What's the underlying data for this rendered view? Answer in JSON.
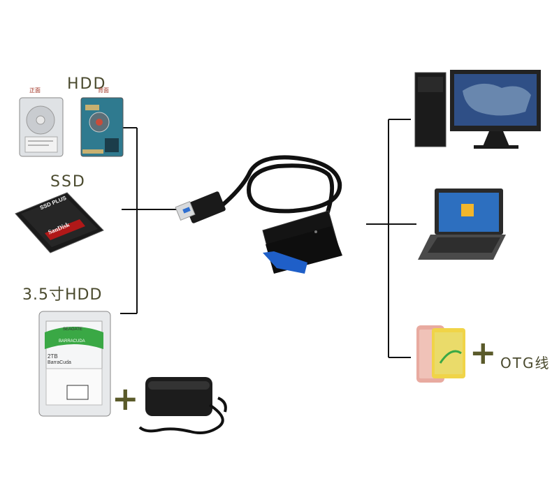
{
  "labels": {
    "hdd": "HDD",
    "ssd": "SSD",
    "hdd35": "3.5寸HDD",
    "otg": "OTG线",
    "plus": "+",
    "small_left": "正面",
    "small_right": "背面"
  },
  "device_text": {
    "ssd_brand": "SSD PLUS",
    "ssd_maker": "SanDisk",
    "hdd_brand": "SEAGATE",
    "hdd_model": "BARRACUDA",
    "hdd_capacity": "2TB",
    "hdd_name": "BarraCuda"
  },
  "colors": {
    "line": "#111111",
    "label": "#4a4a2e",
    "adapter_blue": "#1f5fc8",
    "seagate_green": "#3aa845"
  }
}
